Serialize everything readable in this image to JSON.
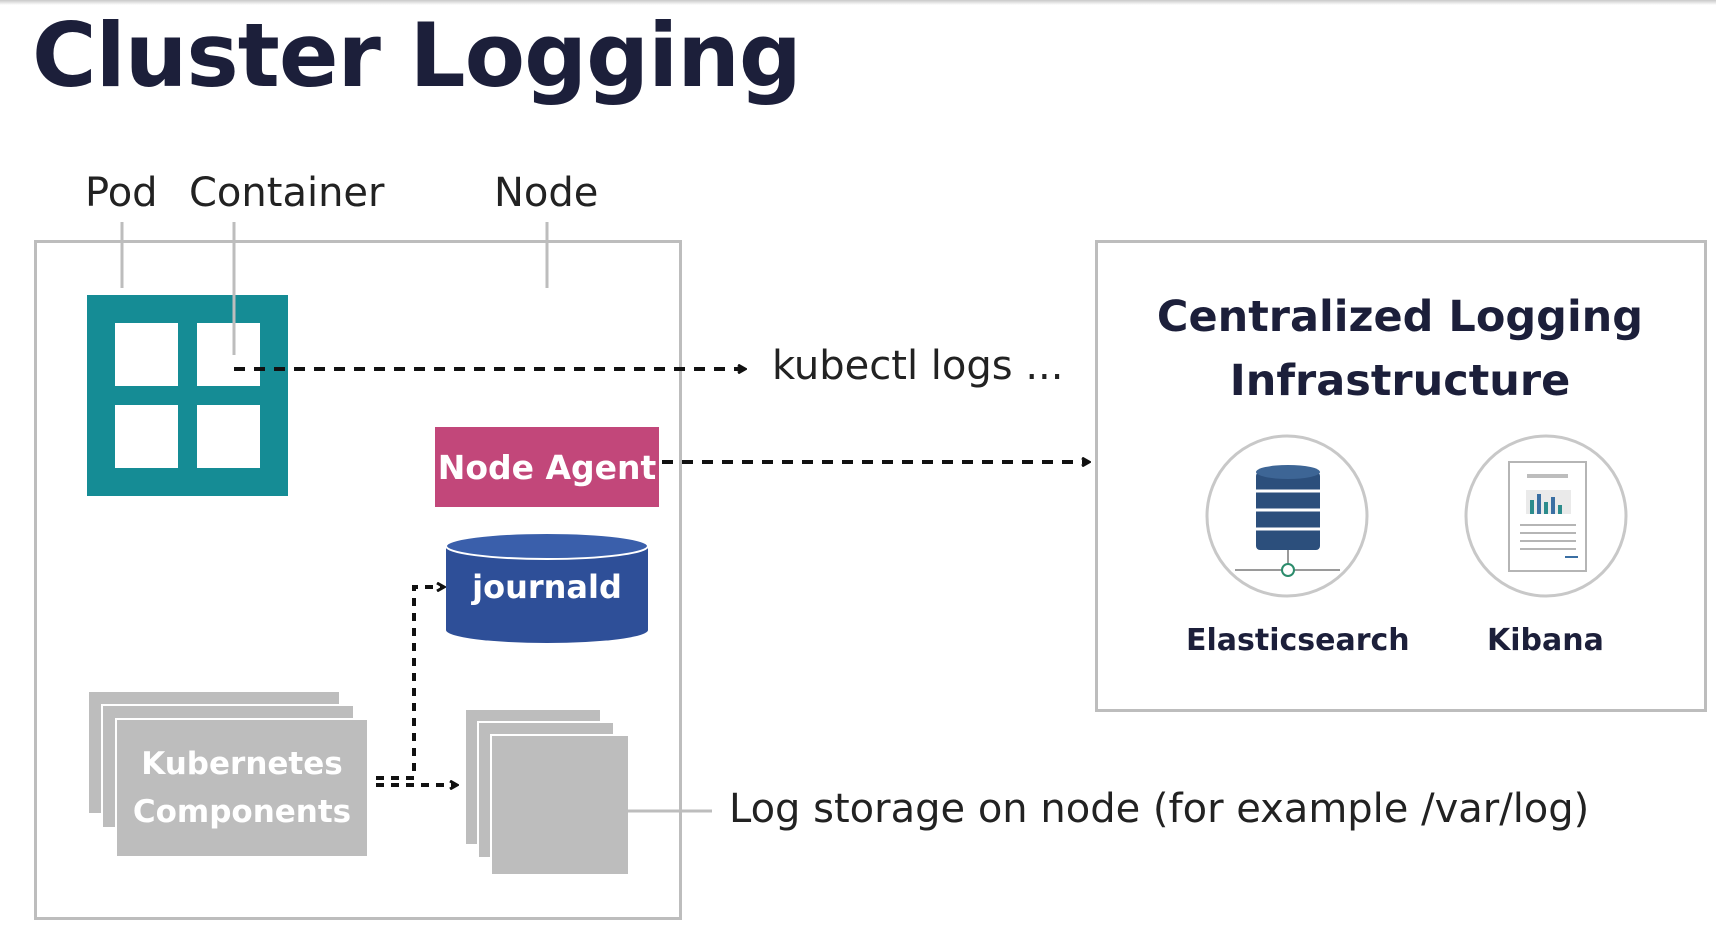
{
  "title": "Cluster Logging",
  "labels": {
    "pod": "Pod",
    "container": "Container",
    "node": "Node",
    "kubectl": "kubectl logs ...",
    "log_storage": "Log storage on node (for example /var/log)"
  },
  "node_box": {
    "agent": "Node Agent",
    "journald": "journald",
    "components_line1": "Kubernetes",
    "components_line2": "Components"
  },
  "central": {
    "title_line1": "Centralized Logging",
    "title_line2": "Infrastructure",
    "elasticsearch": "Elasticsearch",
    "kibana": "Kibana"
  },
  "icons": {
    "elasticsearch": "database-server-icon",
    "kibana": "dashboard-report-icon"
  },
  "colors": {
    "title": "#1c1f3a",
    "pod": "#158c95",
    "node_agent": "#c2477a",
    "journald": "#2e4f98",
    "components": "#bdbdbd",
    "border": "#bdbdbd"
  }
}
